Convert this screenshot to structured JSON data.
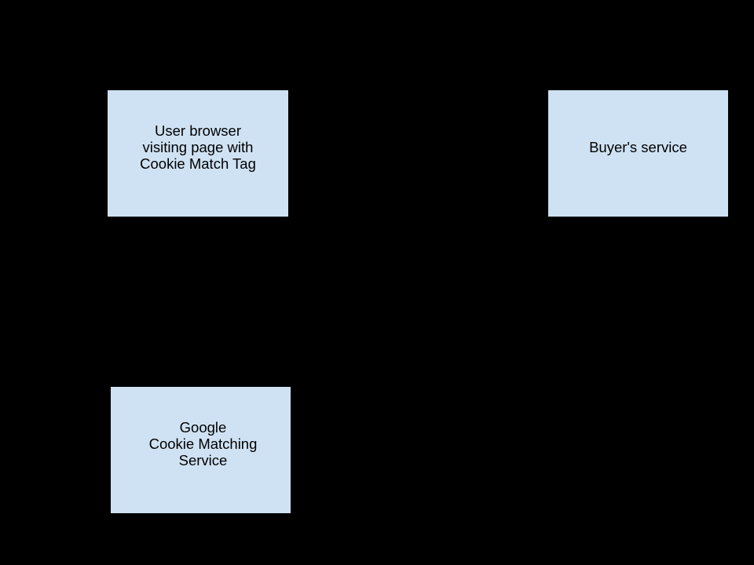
{
  "canvas": {
    "background_color": "#000000"
  },
  "diagram": {
    "type": "flow-diagram",
    "node_fill_color": "#cfe2f3",
    "node_text_color": "#000000",
    "nodes": [
      {
        "id": "user-browser",
        "lines": [
          "User browser",
          "visiting page with",
          "Cookie Match Tag"
        ]
      },
      {
        "id": "buyers-service",
        "lines": [
          "Buyer's service"
        ]
      },
      {
        "id": "google-cookie-matching-service",
        "lines": [
          "Google",
          "Cookie Matching",
          "Service"
        ]
      }
    ]
  }
}
